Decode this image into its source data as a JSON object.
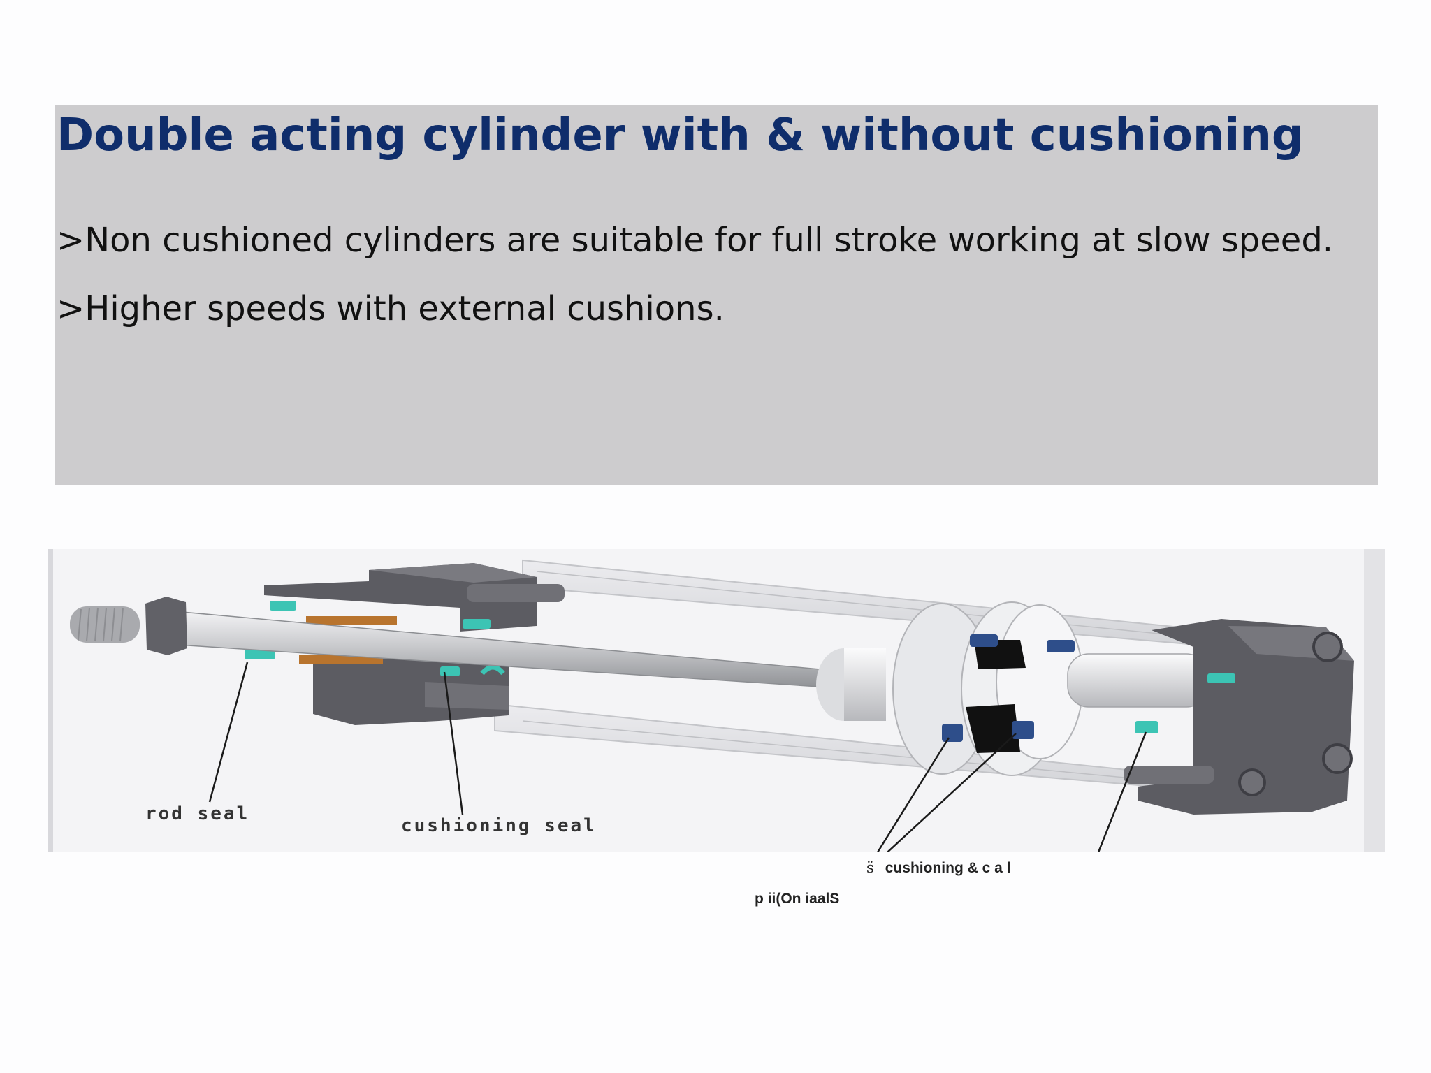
{
  "slide": {
    "title": "Double acting cylinder with & without cushioning",
    "bullets": [
      ">Non cushioned cylinders are suitable for full stroke working at slow speed.",
      ">Higher speeds with external cushions."
    ]
  },
  "figure": {
    "labels": {
      "rod_seal": "rod seal",
      "cushioning_seal": "cushioning seal"
    },
    "stray_text": {
      "glyph": "s̈",
      "line1": "cushioning & c a l",
      "line2": "p ii(On iaalS"
    }
  },
  "colors": {
    "title": "#0f2d6b",
    "panel": "#cdccce",
    "seal": "#3cc4b4",
    "bronze": "#b8742e",
    "piston_seal": "#2e4e8a",
    "metal_dark": "#5c5c62"
  }
}
